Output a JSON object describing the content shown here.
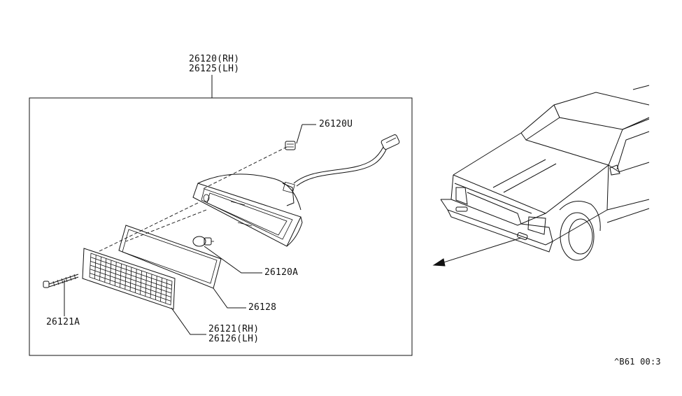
{
  "callouts": {
    "assembly": {
      "line1": "26120(RH)",
      "line2": "26125(LH)"
    },
    "socket": "26120U",
    "bulb": "26120A",
    "gasket": "26128",
    "screw": "26121A",
    "lens": {
      "line1": "26121(RH)",
      "line2": "26126(LH)"
    }
  },
  "diagram_code": "^B61 00:3"
}
